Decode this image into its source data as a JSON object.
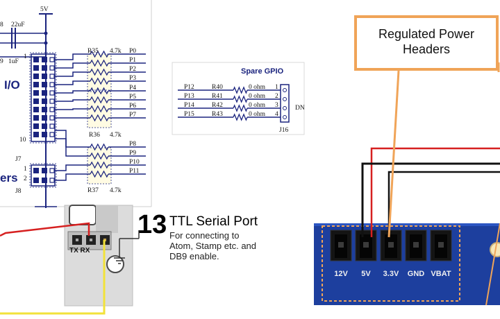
{
  "schematic": {
    "supply": "5V",
    "cap1": {
      "ref_partial": "8",
      "value": "22uF"
    },
    "cap2": {
      "ref_partial": "9",
      "value": "1uF"
    },
    "io_label": "I/O",
    "headers_label_partial": "ers",
    "j7": {
      "ref": "J7",
      "pin1": "1",
      "pin10": "10"
    },
    "j8": {
      "ref": "J8",
      "pin1": "1",
      "pin2": "2"
    },
    "r35": {
      "ref": "R35",
      "value": "4.7k"
    },
    "r36": {
      "ref": "R36",
      "value": "4.7k"
    },
    "r37": {
      "ref": "R37",
      "value": "4.7k"
    },
    "ports": [
      "P0",
      "P1",
      "P2",
      "P3",
      "P4",
      "P5",
      "P6",
      "P7",
      "P8",
      "P9",
      "P10",
      "P11"
    ]
  },
  "spare_gpio": {
    "title": "Spare GPIO",
    "rows": [
      {
        "port": "P12",
        "resistor": "R40",
        "value": "0 ohm",
        "pin": "1"
      },
      {
        "port": "P13",
        "resistor": "R41",
        "value": "0 ohm",
        "pin": "2"
      },
      {
        "port": "P14",
        "resistor": "R42",
        "value": "0 ohm",
        "pin": "3"
      },
      {
        "port": "P15",
        "resistor": "R43",
        "value": "0 ohm",
        "pin": "4"
      }
    ],
    "connector": "J16",
    "dn": "DN"
  },
  "ttl": {
    "number": "13",
    "title": "TTL Serial Port",
    "description": [
      "For connecting to",
      "Atom, Stamp etc. and",
      "DB9 enable."
    ],
    "pin_labels": "TX RX"
  },
  "power": {
    "callout": [
      "Regulated Power",
      "Headers"
    ],
    "pins": [
      "12V",
      "5V",
      "3.3V",
      "GND",
      "VBAT"
    ]
  },
  "colors": {
    "schematic_blue": "#1a237e",
    "callout_border": "#f0a458",
    "board_blue": "#1d3f9e",
    "wire_red": "#d62020",
    "wire_yellow": "#f2e23a"
  }
}
